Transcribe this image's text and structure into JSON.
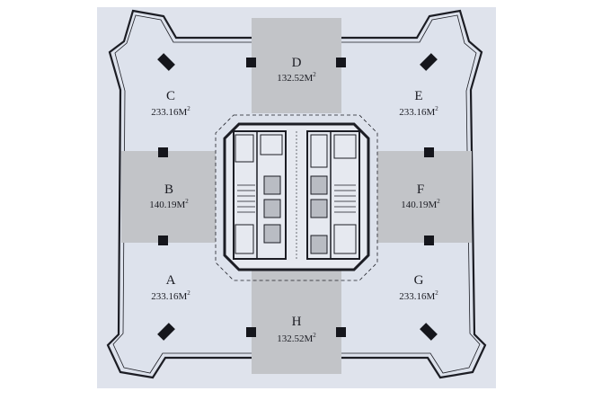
{
  "colors": {
    "page": "#ffffff",
    "paper": "#dfe3ec",
    "floor": "#dde2ec",
    "shaded": "#c2c4c8",
    "wall": "#1c1d24",
    "column": "#15161c"
  },
  "units": [
    {
      "id": "A",
      "letter": "A",
      "area": "233.16M",
      "sup": "2"
    },
    {
      "id": "B",
      "letter": "B",
      "area": "140.19M",
      "sup": "2"
    },
    {
      "id": "C",
      "letter": "C",
      "area": "233.16M",
      "sup": "2"
    },
    {
      "id": "D",
      "letter": "D",
      "area": "132.52M",
      "sup": "2"
    },
    {
      "id": "E",
      "letter": "E",
      "area": "233.16M",
      "sup": "2"
    },
    {
      "id": "F",
      "letter": "F",
      "area": "140.19M",
      "sup": "2"
    },
    {
      "id": "G",
      "letter": "G",
      "area": "233.16M",
      "sup": "2"
    },
    {
      "id": "H",
      "letter": "H",
      "area": "132.52M",
      "sup": "2"
    }
  ]
}
